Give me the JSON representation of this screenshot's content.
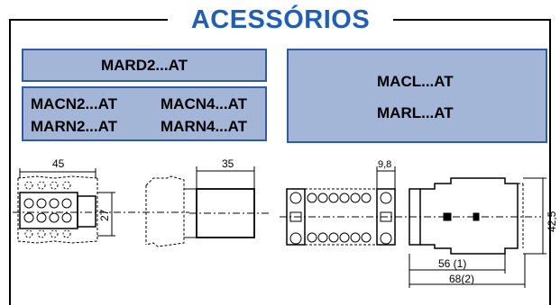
{
  "title": "ACESSÓRIOS",
  "boxes": {
    "mard": "MARD2...AT",
    "macn2": "MACN2...AT",
    "macn4": "MACN4...AT",
    "marn2": "MARN2...AT",
    "marn4": "MARN4...AT",
    "macl": "MACL...AT",
    "marl": "MARL...AT"
  },
  "drawings": {
    "dim_45": "45",
    "dim_27": "27",
    "dim_35": "35",
    "dim_9_8": "9,8",
    "dim_42_5": "42,5",
    "dim_56": "56 (1)",
    "dim_68": "68(2)"
  },
  "colors": {
    "title": "#1f5fb8",
    "box_fill": "#a3b6d8",
    "box_border": "#2f5aa6"
  }
}
